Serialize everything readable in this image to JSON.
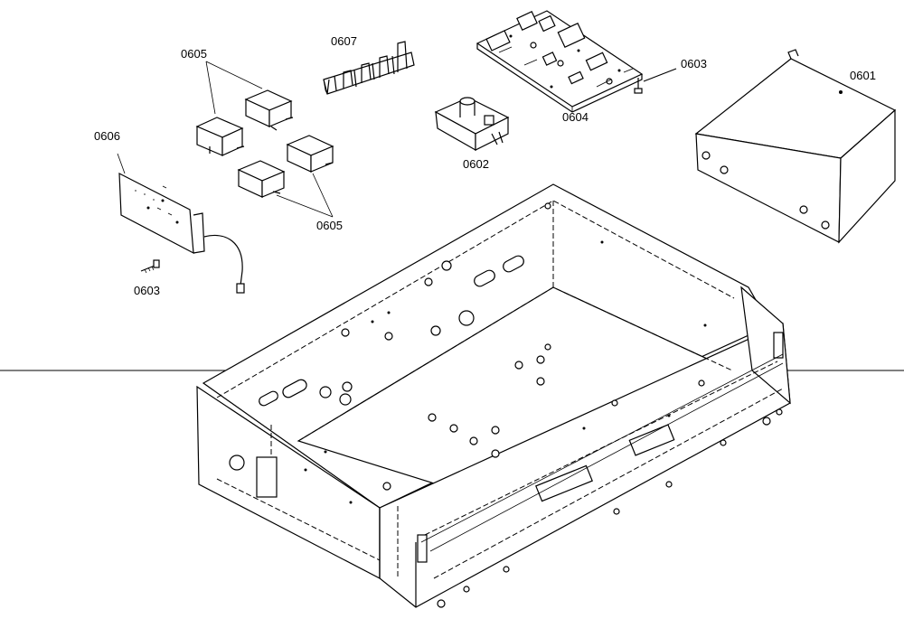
{
  "labels": {
    "p0601": "0601",
    "p0602": "0602",
    "p0603_top": "0603",
    "p0603_left": "0603",
    "p0604": "0604",
    "p0605_top": "0605",
    "p0605_bottom": "0605",
    "p0606": "0606",
    "p0607": "0607"
  }
}
